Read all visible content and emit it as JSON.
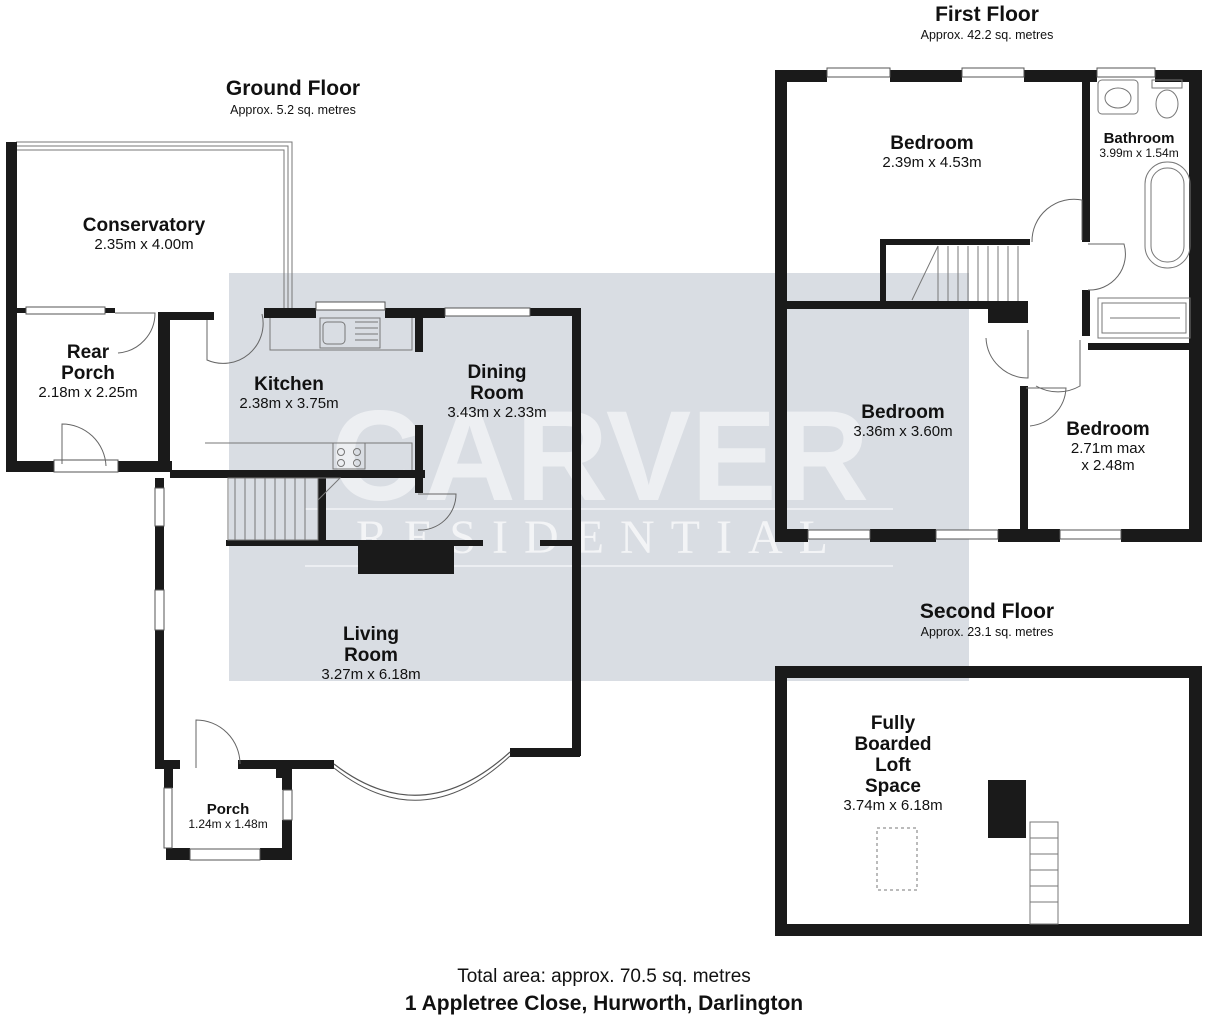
{
  "floors": {
    "ground": {
      "title": "Ground Floor",
      "area": "Approx. 5.2 sq. metres"
    },
    "first": {
      "title": "First Floor",
      "area": "Approx. 42.2 sq. metres"
    },
    "second": {
      "title": "Second Floor",
      "area": "Approx. 23.1 sq. metres"
    }
  },
  "rooms": {
    "conservatory": {
      "name": "Conservatory",
      "dim": "2.35m x 4.00m"
    },
    "rear_porch": {
      "name_1": "Rear",
      "name_2": "Porch",
      "dim": "2.18m x 2.25m"
    },
    "kitchen": {
      "name": "Kitchen",
      "dim": "2.38m x 3.75m"
    },
    "dining": {
      "name_1": "Dining",
      "name_2": "Room",
      "dim": "3.43m x 2.33m"
    },
    "living": {
      "name_1": "Living",
      "name_2": "Room",
      "dim": "3.27m x 6.18m"
    },
    "porch": {
      "name": "Porch",
      "dim": "1.24m x 1.48m"
    },
    "bedroom1": {
      "name": "Bedroom",
      "dim": "2.39m x 4.53m"
    },
    "bathroom": {
      "name": "Bathroom",
      "dim": "3.99m x 1.54m"
    },
    "bedroom2": {
      "name": "Bedroom",
      "dim": "3.36m x 3.60m"
    },
    "bedroom3": {
      "name": "Bedroom",
      "dim_1": "2.71m max",
      "dim_2": "x 2.48m"
    },
    "loft": {
      "name_1": "Fully",
      "name_2": "Boarded",
      "name_3": "Loft",
      "name_4": "Space",
      "dim": "3.74m x 6.18m"
    }
  },
  "watermark": {
    "brand": "CARVER",
    "sub": "RESIDENTIAL"
  },
  "footer": {
    "total": "Total area: approx. 70.5 sq. metres",
    "address": "1 Appletree Close, Hurworth, Darlington"
  }
}
